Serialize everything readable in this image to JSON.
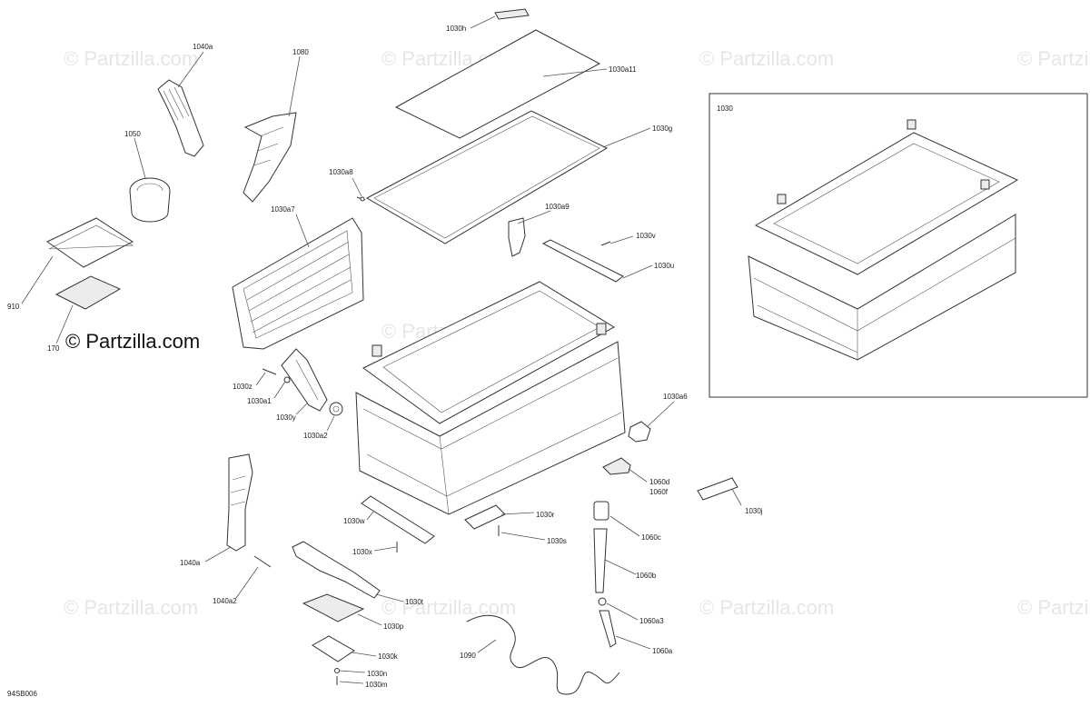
{
  "brand": "© Partzilla.com",
  "watermark": "© Partzilla.com",
  "diagram_code": "94SB006",
  "inset_label": "1030",
  "labels": {
    "l1030h": "1030h",
    "l1030a11": "1030a11",
    "l1030g": "1030g",
    "l1040a_top": "1040a",
    "l1080": "1080",
    "l1050": "1050",
    "l1030a8": "1030a8",
    "l1030a7": "1030a7",
    "l1030a9": "1030a9",
    "l1030v": "1030v",
    "l1030u": "1030u",
    "l910": "910",
    "l170": "170",
    "l1030z": "1030z",
    "l1030a1": "1030a1",
    "l1030y": "1030y",
    "l1030a2": "1030a2",
    "l1030a6": "1030a6",
    "l1060d": "1060d",
    "l1060f": "1060f",
    "l1030j": "1030j",
    "l1030r": "1030r",
    "l1030w": "1030w",
    "l1030s": "1030s",
    "l1030x": "1030x",
    "l1060c": "1060c",
    "l1040a_bot": "1040a",
    "l1060b": "1060b",
    "l1040a2": "1040a2",
    "l1030t": "1030t",
    "l1060a3": "1060a3",
    "l1030p": "1030p",
    "l1090": "1090",
    "l1060a": "1060a",
    "l1030k": "1030k",
    "l1030n": "1030n",
    "l1030m": "1030m"
  }
}
